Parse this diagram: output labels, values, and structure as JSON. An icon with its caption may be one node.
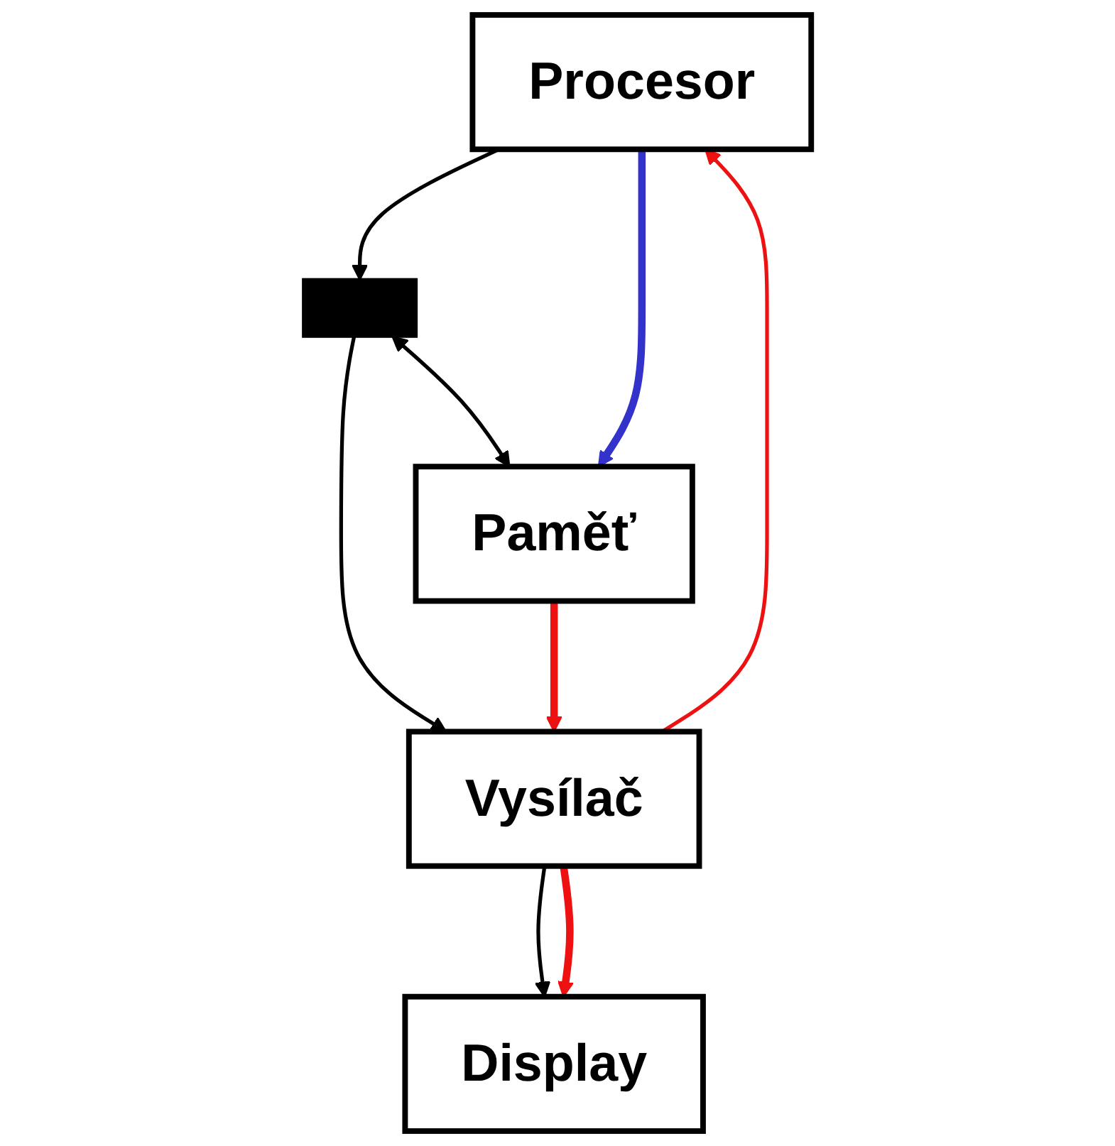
{
  "diagram": {
    "nodes": [
      {
        "text": [
          "Procesor"
        ]
      },
      {
        "text": [],
        "shape": "bar"
      },
      {
        "text": [
          "Paměť"
        ]
      },
      {
        "text": [
          "Vysílač"
        ]
      },
      {
        "text": [
          "Display"
        ]
      }
    ],
    "edges": [
      {
        "from": 0,
        "to": 1,
        "arrow": "to"
      },
      {
        "from": 1,
        "to": 2,
        "arrow": "both"
      },
      {
        "from": 1,
        "to": 3,
        "arrow": "to"
      },
      {
        "from": 3,
        "to": 4,
        "arrow": "to"
      },
      {
        "from": 0,
        "to": 2,
        "arrow": "to",
        "style": "thick",
        "color": "#3333cc"
      },
      {
        "from": 2,
        "to": 3,
        "arrow": "to",
        "style": "thick",
        "color": "#ee1111"
      },
      {
        "from": 3,
        "to": 4,
        "arrow": "to",
        "style": "thick",
        "color": "#ee1111"
      },
      {
        "from": 3,
        "to": 0,
        "arrow": "to",
        "color": "#ee1111"
      }
    ]
  }
}
